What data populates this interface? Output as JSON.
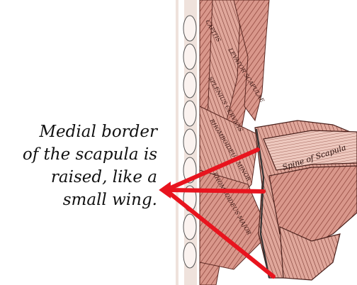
{
  "caption": {
    "lines": [
      "Medial border",
      "of the scapula is",
      "raised, like a",
      "small wing."
    ]
  },
  "illustration": {
    "muscle_labels": [
      "CAPITIS",
      "LEVATOR SCAPULAE",
      "SPLENIUS CERVICIS",
      "RHOMBOIDEUS MINOR",
      "RHOMBOIDEUS MAJOR"
    ],
    "spine_label": "Spine of Scapula",
    "arrow_color": "#e8141e",
    "muscle_color": "#d9978b"
  }
}
